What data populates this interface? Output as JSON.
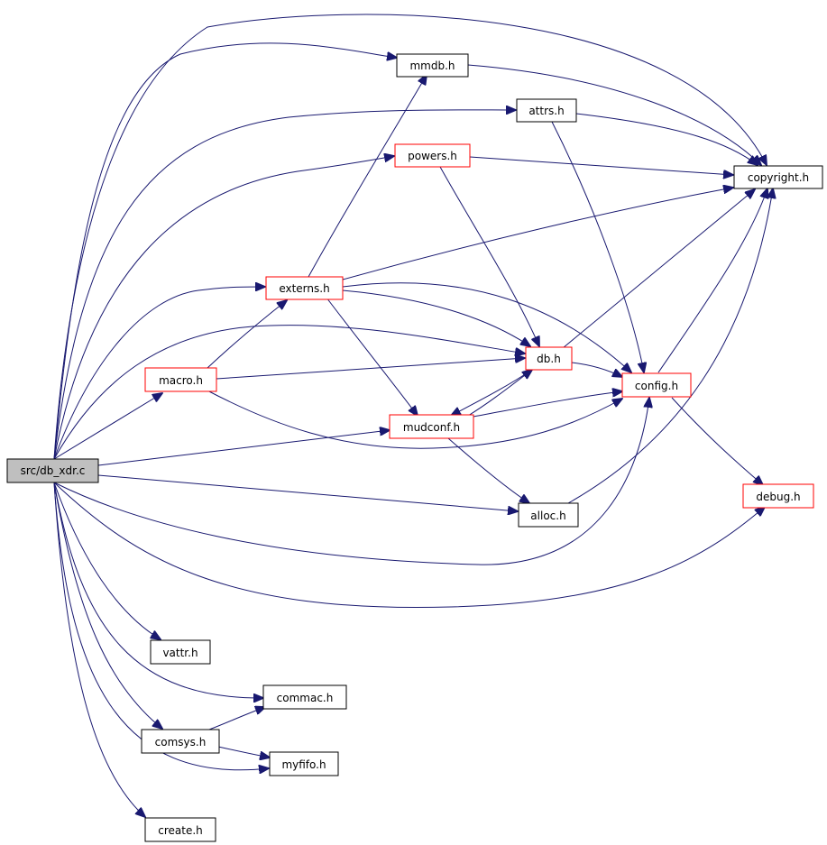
{
  "colors": {
    "edge": "#191970",
    "border_default": "#000000",
    "border_highlight": "#ff0000",
    "root_fill": "#bfbfbf",
    "node_fill": "#ffffff"
  },
  "nodes": {
    "src_db_xdr_c": "src/db_xdr.c",
    "mmdb_h": "mmdb.h",
    "attrs_h": "attrs.h",
    "powers_h": "powers.h",
    "copyright_h": "copyright.h",
    "externs_h": "externs.h",
    "db_h": "db.h",
    "macro_h": "macro.h",
    "config_h": "config.h",
    "mudconf_h": "mudconf.h",
    "debug_h": "debug.h",
    "alloc_h": "alloc.h",
    "vattr_h": "vattr.h",
    "commac_h": "commac.h",
    "comsys_h": "comsys.h",
    "myfifo_h": "myfifo.h",
    "create_h": "create.h"
  }
}
